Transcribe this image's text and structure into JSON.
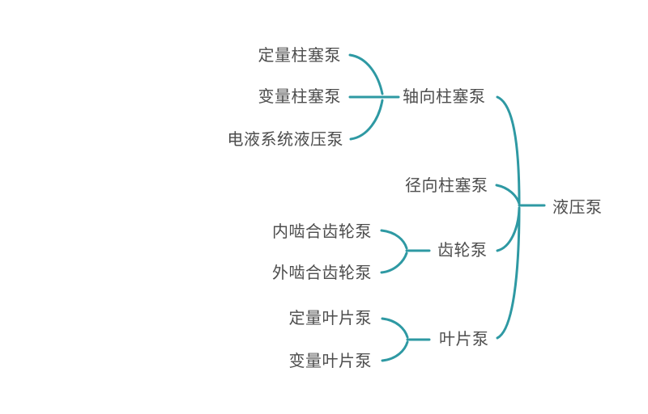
{
  "colors": {
    "line": "#2E99A3",
    "text": "#4D4D4D",
    "background": "#FFFFFF"
  },
  "root": {
    "label": "液压泵"
  },
  "branches": [
    {
      "label": "轴向柱塞泵",
      "children": [
        {
          "label": "定量柱塞泵"
        },
        {
          "label": "变量柱塞泵"
        },
        {
          "label": "电液系统液压泵"
        }
      ]
    },
    {
      "label": "径向柱塞泵",
      "children": []
    },
    {
      "label": "齿轮泵",
      "children": [
        {
          "label": "内啮合齿轮泵"
        },
        {
          "label": "外啮合齿轮泵"
        }
      ]
    },
    {
      "label": "叶片泵",
      "children": [
        {
          "label": "定量叶片泵"
        },
        {
          "label": "变量叶片泵"
        }
      ]
    }
  ]
}
